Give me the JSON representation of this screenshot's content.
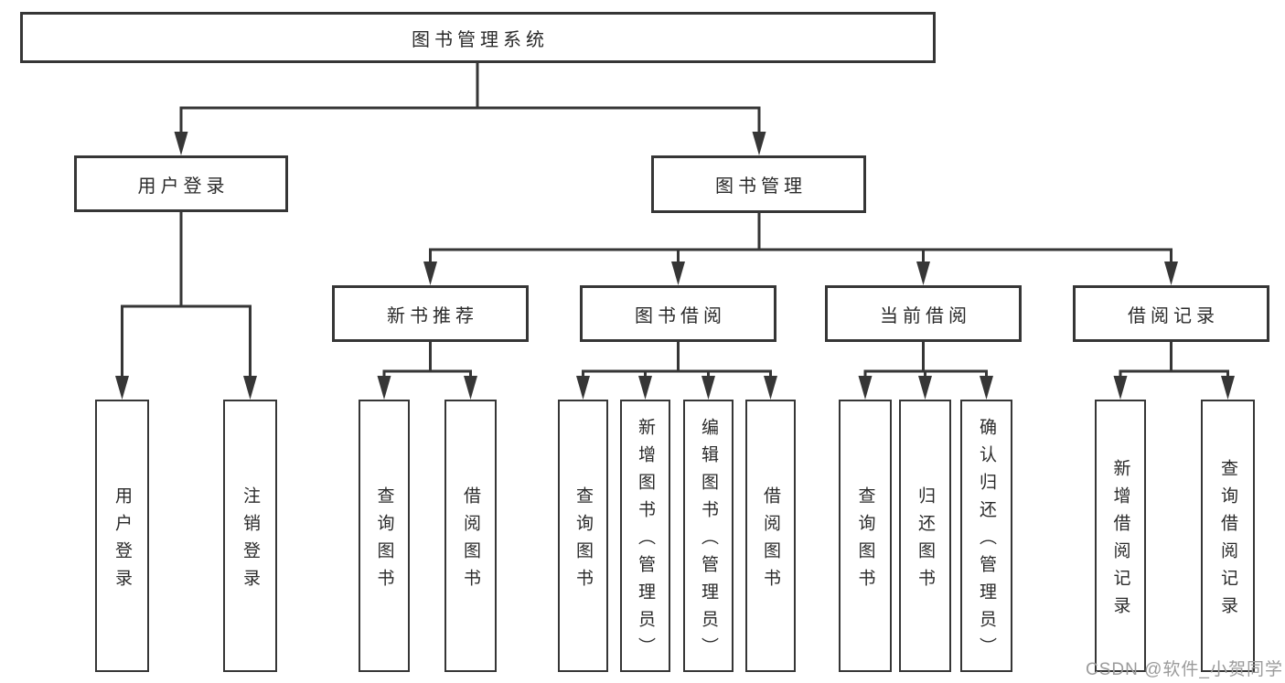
{
  "colors": {
    "line": "#363636",
    "text": "#2a2a2a",
    "watermark": "#9b9b9b",
    "background": "#ffffff"
  },
  "diagram": {
    "root": "图书管理系统",
    "level1": {
      "user_login": "用户登录",
      "book_mgmt": "图书管理"
    },
    "level2": {
      "new_books": "新书推荐",
      "borrow": "图书借阅",
      "current": "当前借阅",
      "records": "借阅记录"
    },
    "leaves": {
      "user_login": [
        "用户登录",
        "注销登录"
      ],
      "new_books": [
        "查询图书",
        "借阅图书"
      ],
      "borrow": [
        "查询图书",
        "新增图书（管理员）",
        "编辑图书（管理员）",
        "借阅图书"
      ],
      "current": [
        "查询图书",
        "归还图书",
        "确认归还（管理员）"
      ],
      "records": [
        "新增借阅记录",
        "查询借阅记录"
      ]
    },
    "watermark": "CSDN @软件_小贺同学"
  }
}
